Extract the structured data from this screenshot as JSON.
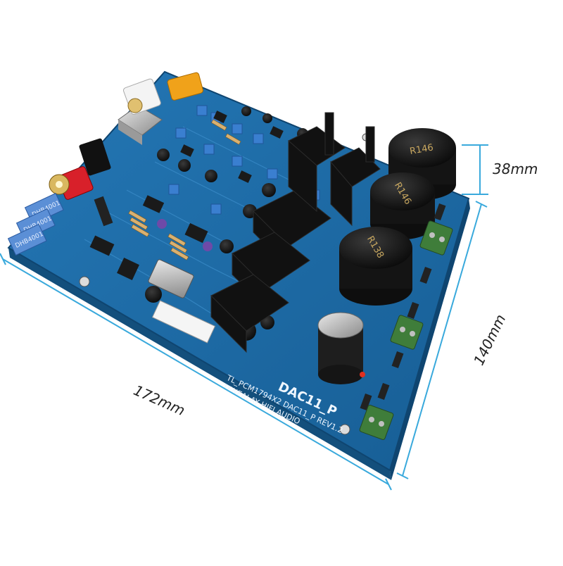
{
  "dimensions": {
    "length": "172mm",
    "width": "140mm",
    "height": "38mm"
  },
  "board": {
    "silkscreen_lines": [
      "DAC11_P",
      "TL_PCM1794X2 DAC11_P REV1.2",
      "TENEALAY HIFI AUDIO"
    ],
    "capacitor_labels": [
      "R146",
      "R146",
      "R138"
    ],
    "wima_labels": [
      "DHB4001",
      "DHB4001",
      "DHB4001"
    ]
  },
  "colors": {
    "pcb": "#1d6aa3",
    "pcb_edge": "#134f7c",
    "dimension_lines": "#39a9dc",
    "background": "#ffffff"
  }
}
